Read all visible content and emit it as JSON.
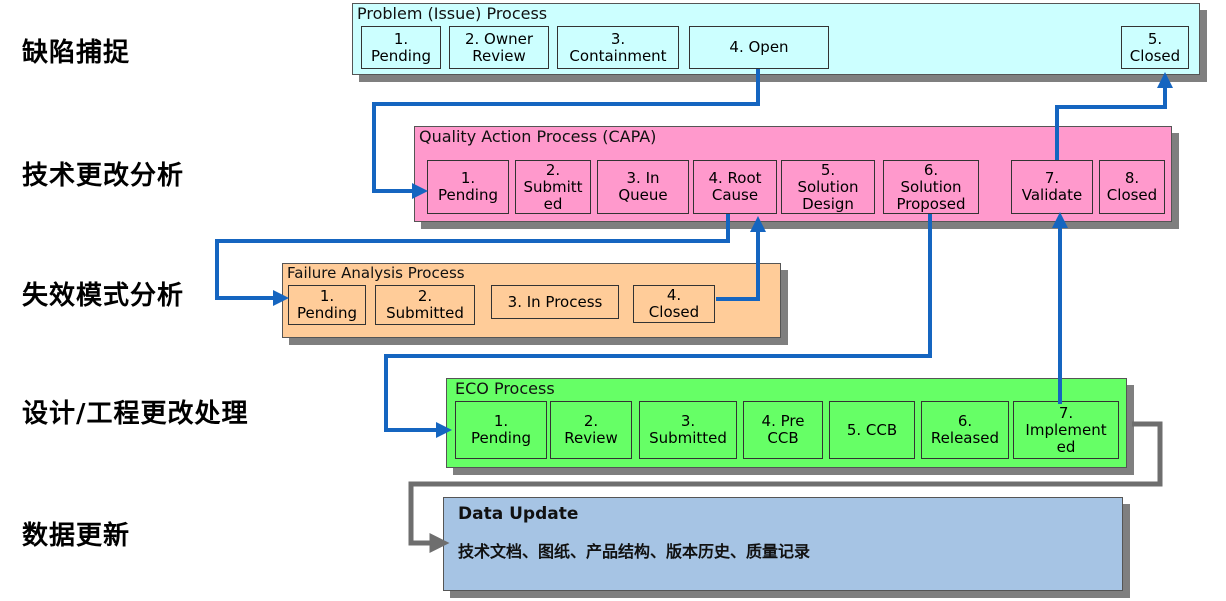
{
  "side_labels": {
    "defect_capture": "缺陷捕捉",
    "tech_change_analysis": "技术更改分析",
    "failure_mode_analysis": "失效模式分析",
    "design_change_processing": "设计/工程更改处理",
    "data_update": "数据更新"
  },
  "problem_process": {
    "title": "Problem (Issue) Process",
    "steps": [
      "1.\nPending",
      "2. Owner\nReview",
      "3.\nContainment",
      "4. Open",
      "5.\nClosed"
    ]
  },
  "capa_process": {
    "title": "Quality Action Process (CAPA)",
    "steps": [
      "1.\nPending",
      "2.\nSubmitt\ned",
      "3. In\nQueue",
      "4. Root\nCause",
      "5.\nSolution\nDesign",
      "6.\nSolution\nProposed",
      "7.\nValidate",
      "8.\nClosed"
    ]
  },
  "failure_process": {
    "title": "Failure Analysis Process",
    "steps": [
      "1.\nPending",
      "2.\nSubmitted",
      "3. In Process",
      "4.\nClosed"
    ]
  },
  "eco_process": {
    "title": "ECO Process",
    "steps": [
      "1.\nPending",
      "2.\nReview",
      "3.\nSubmitted",
      "4. Pre\nCCB",
      "5. CCB",
      "6.\nReleased",
      "7.\nImplement\ned"
    ]
  },
  "data_update": {
    "title": "Data Update",
    "text": "技术文档、图纸、产品结构、版本历史、质量记录"
  },
  "colors": {
    "problem": "#ccffff",
    "capa": "#ff99cc",
    "failure": "#ffcc99",
    "eco": "#66ff66",
    "data_update": "#a6c4e4",
    "flow_arrow": "#1565c0",
    "data_arrow": "#6e6e6e"
  }
}
